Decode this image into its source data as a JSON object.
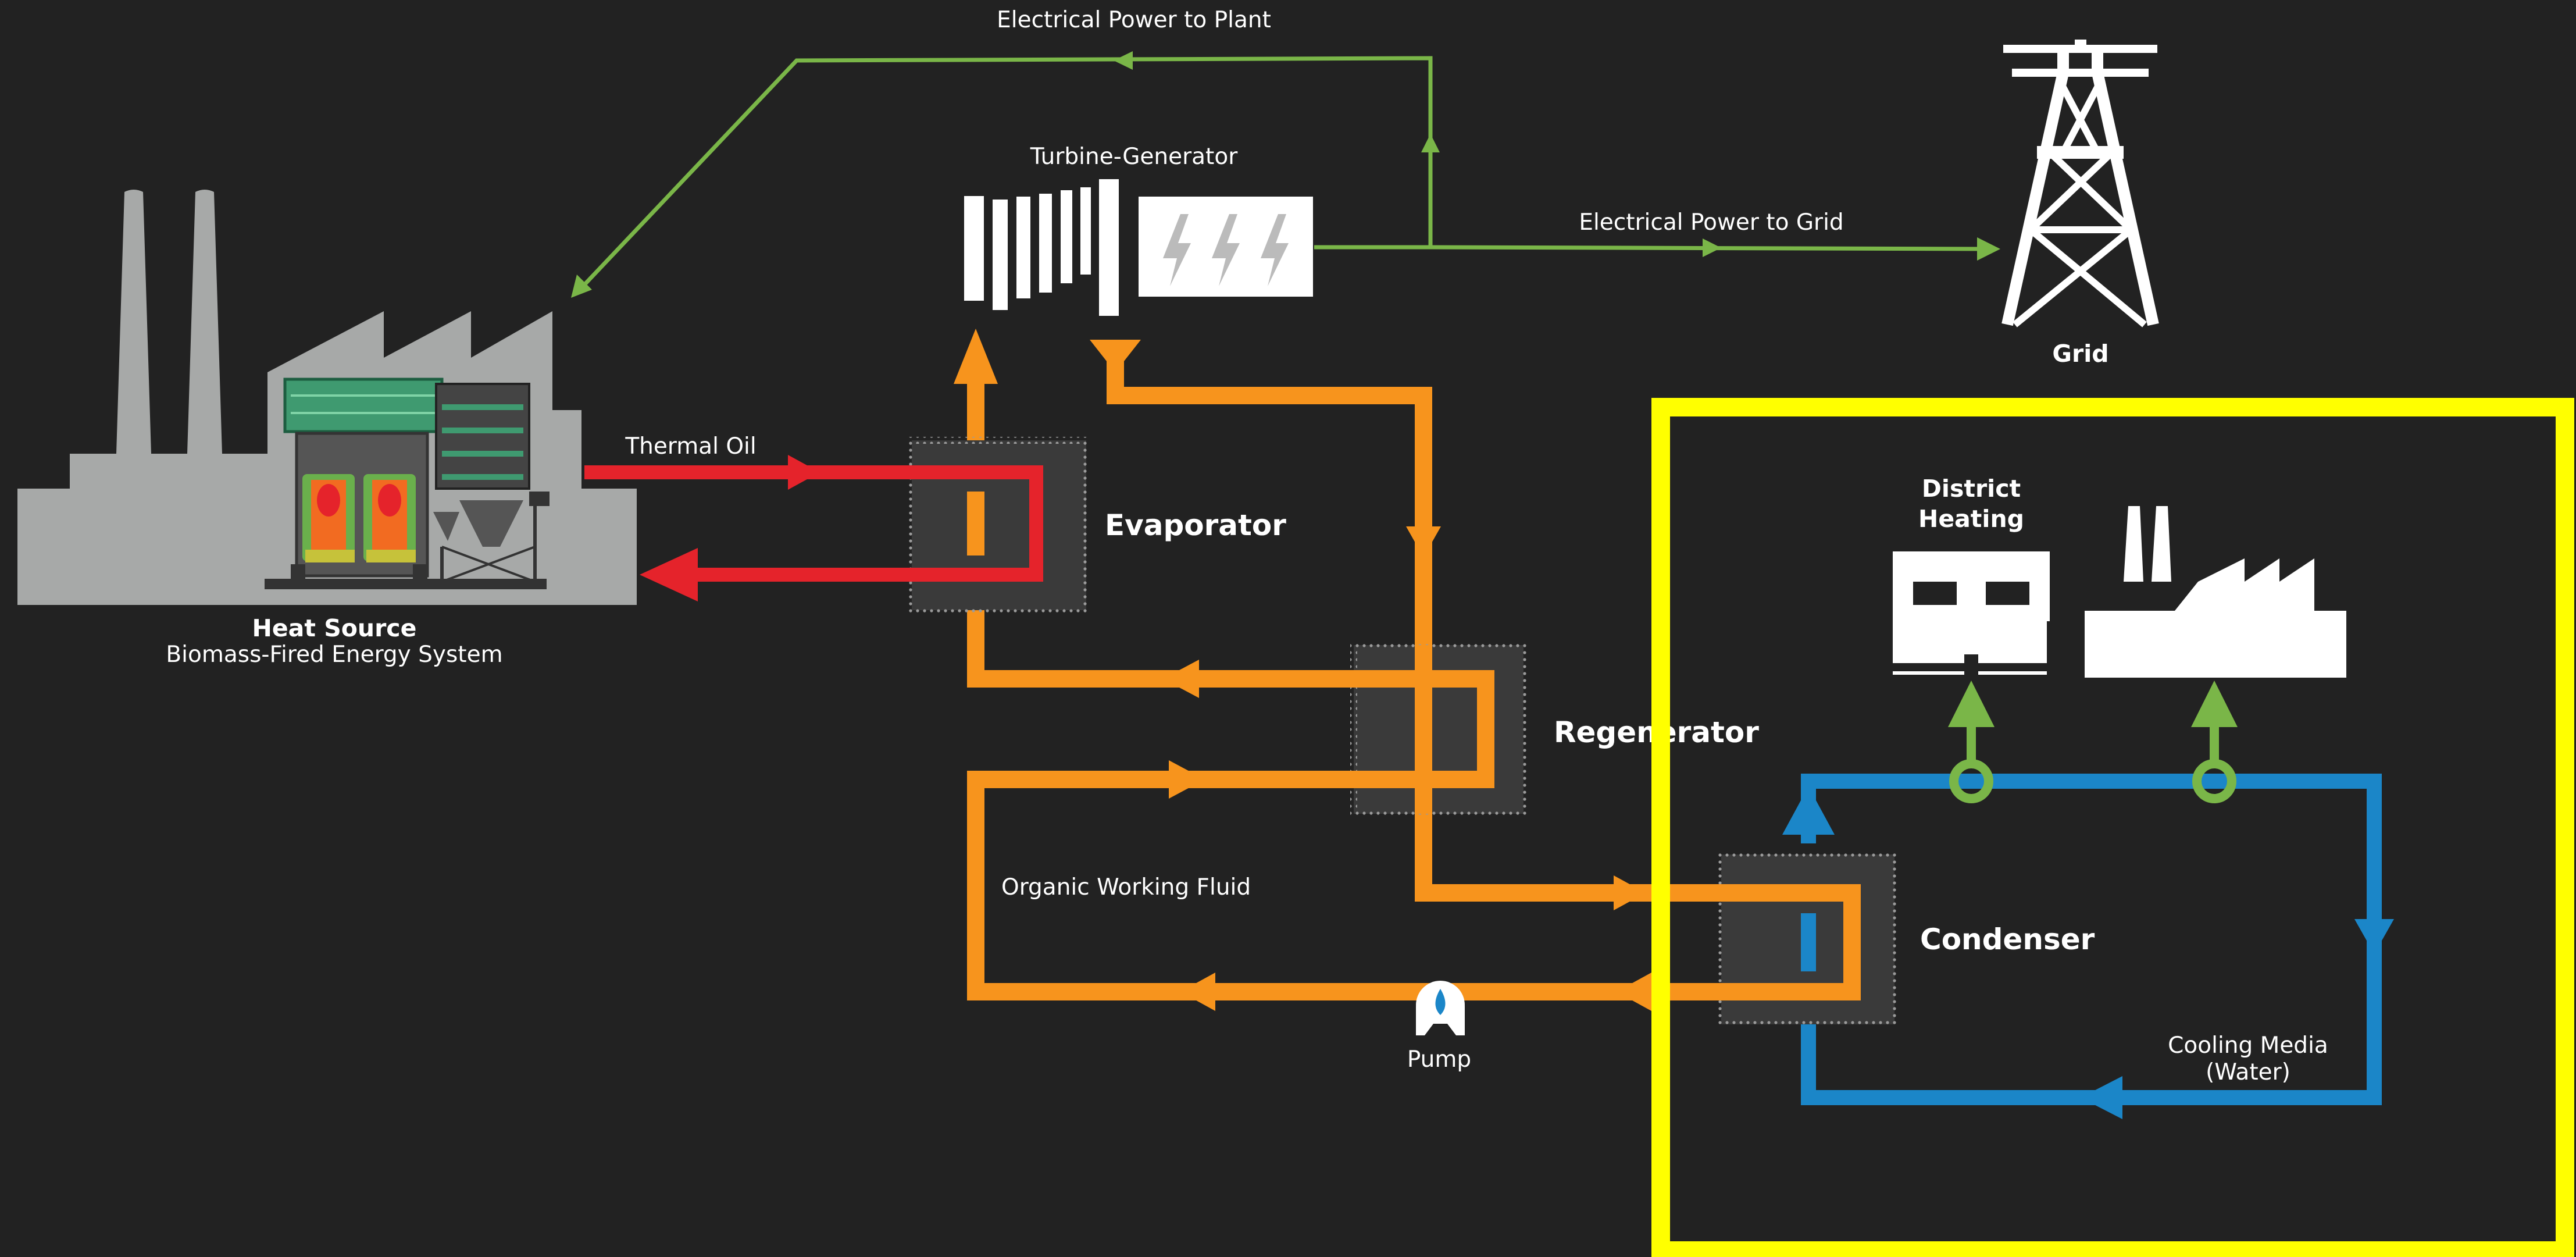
{
  "labels": {
    "electrical_power_to_plant": "Electrical Power to Plant",
    "turbine_generator": "Turbine-Generator",
    "electrical_power_to_grid": "Electrical Power to Grid",
    "grid": "Grid",
    "thermal_oil": "Thermal Oil",
    "evaporator": "Evaporator",
    "regenerator": "Regenerator",
    "heat_source_title": "Heat Source",
    "heat_source_subtitle": "Biomass-Fired Energy System",
    "organic_working_fluid": "Organic Working Fluid",
    "pump": "Pump",
    "condenser": "Condenser",
    "district_heating_line1": "District",
    "district_heating_line2": "Heating",
    "cooling_media_line1": "Cooling Media",
    "cooling_media_line2": "(Water)"
  },
  "colors": {
    "background": "#222222",
    "electric_line": "#7ab648",
    "thermal_oil": "#e5232b",
    "working_fluid": "#f7941d",
    "cooling_water": "#1b86c8",
    "highlight_box": "#ffff00",
    "heat_exchanger": "#3a3a3a",
    "plant_building": "#a7a9a8"
  },
  "icons": {
    "generator": "lightning-bolt-icon",
    "pump": "pump-icon",
    "grid": "transmission-tower-icon"
  }
}
